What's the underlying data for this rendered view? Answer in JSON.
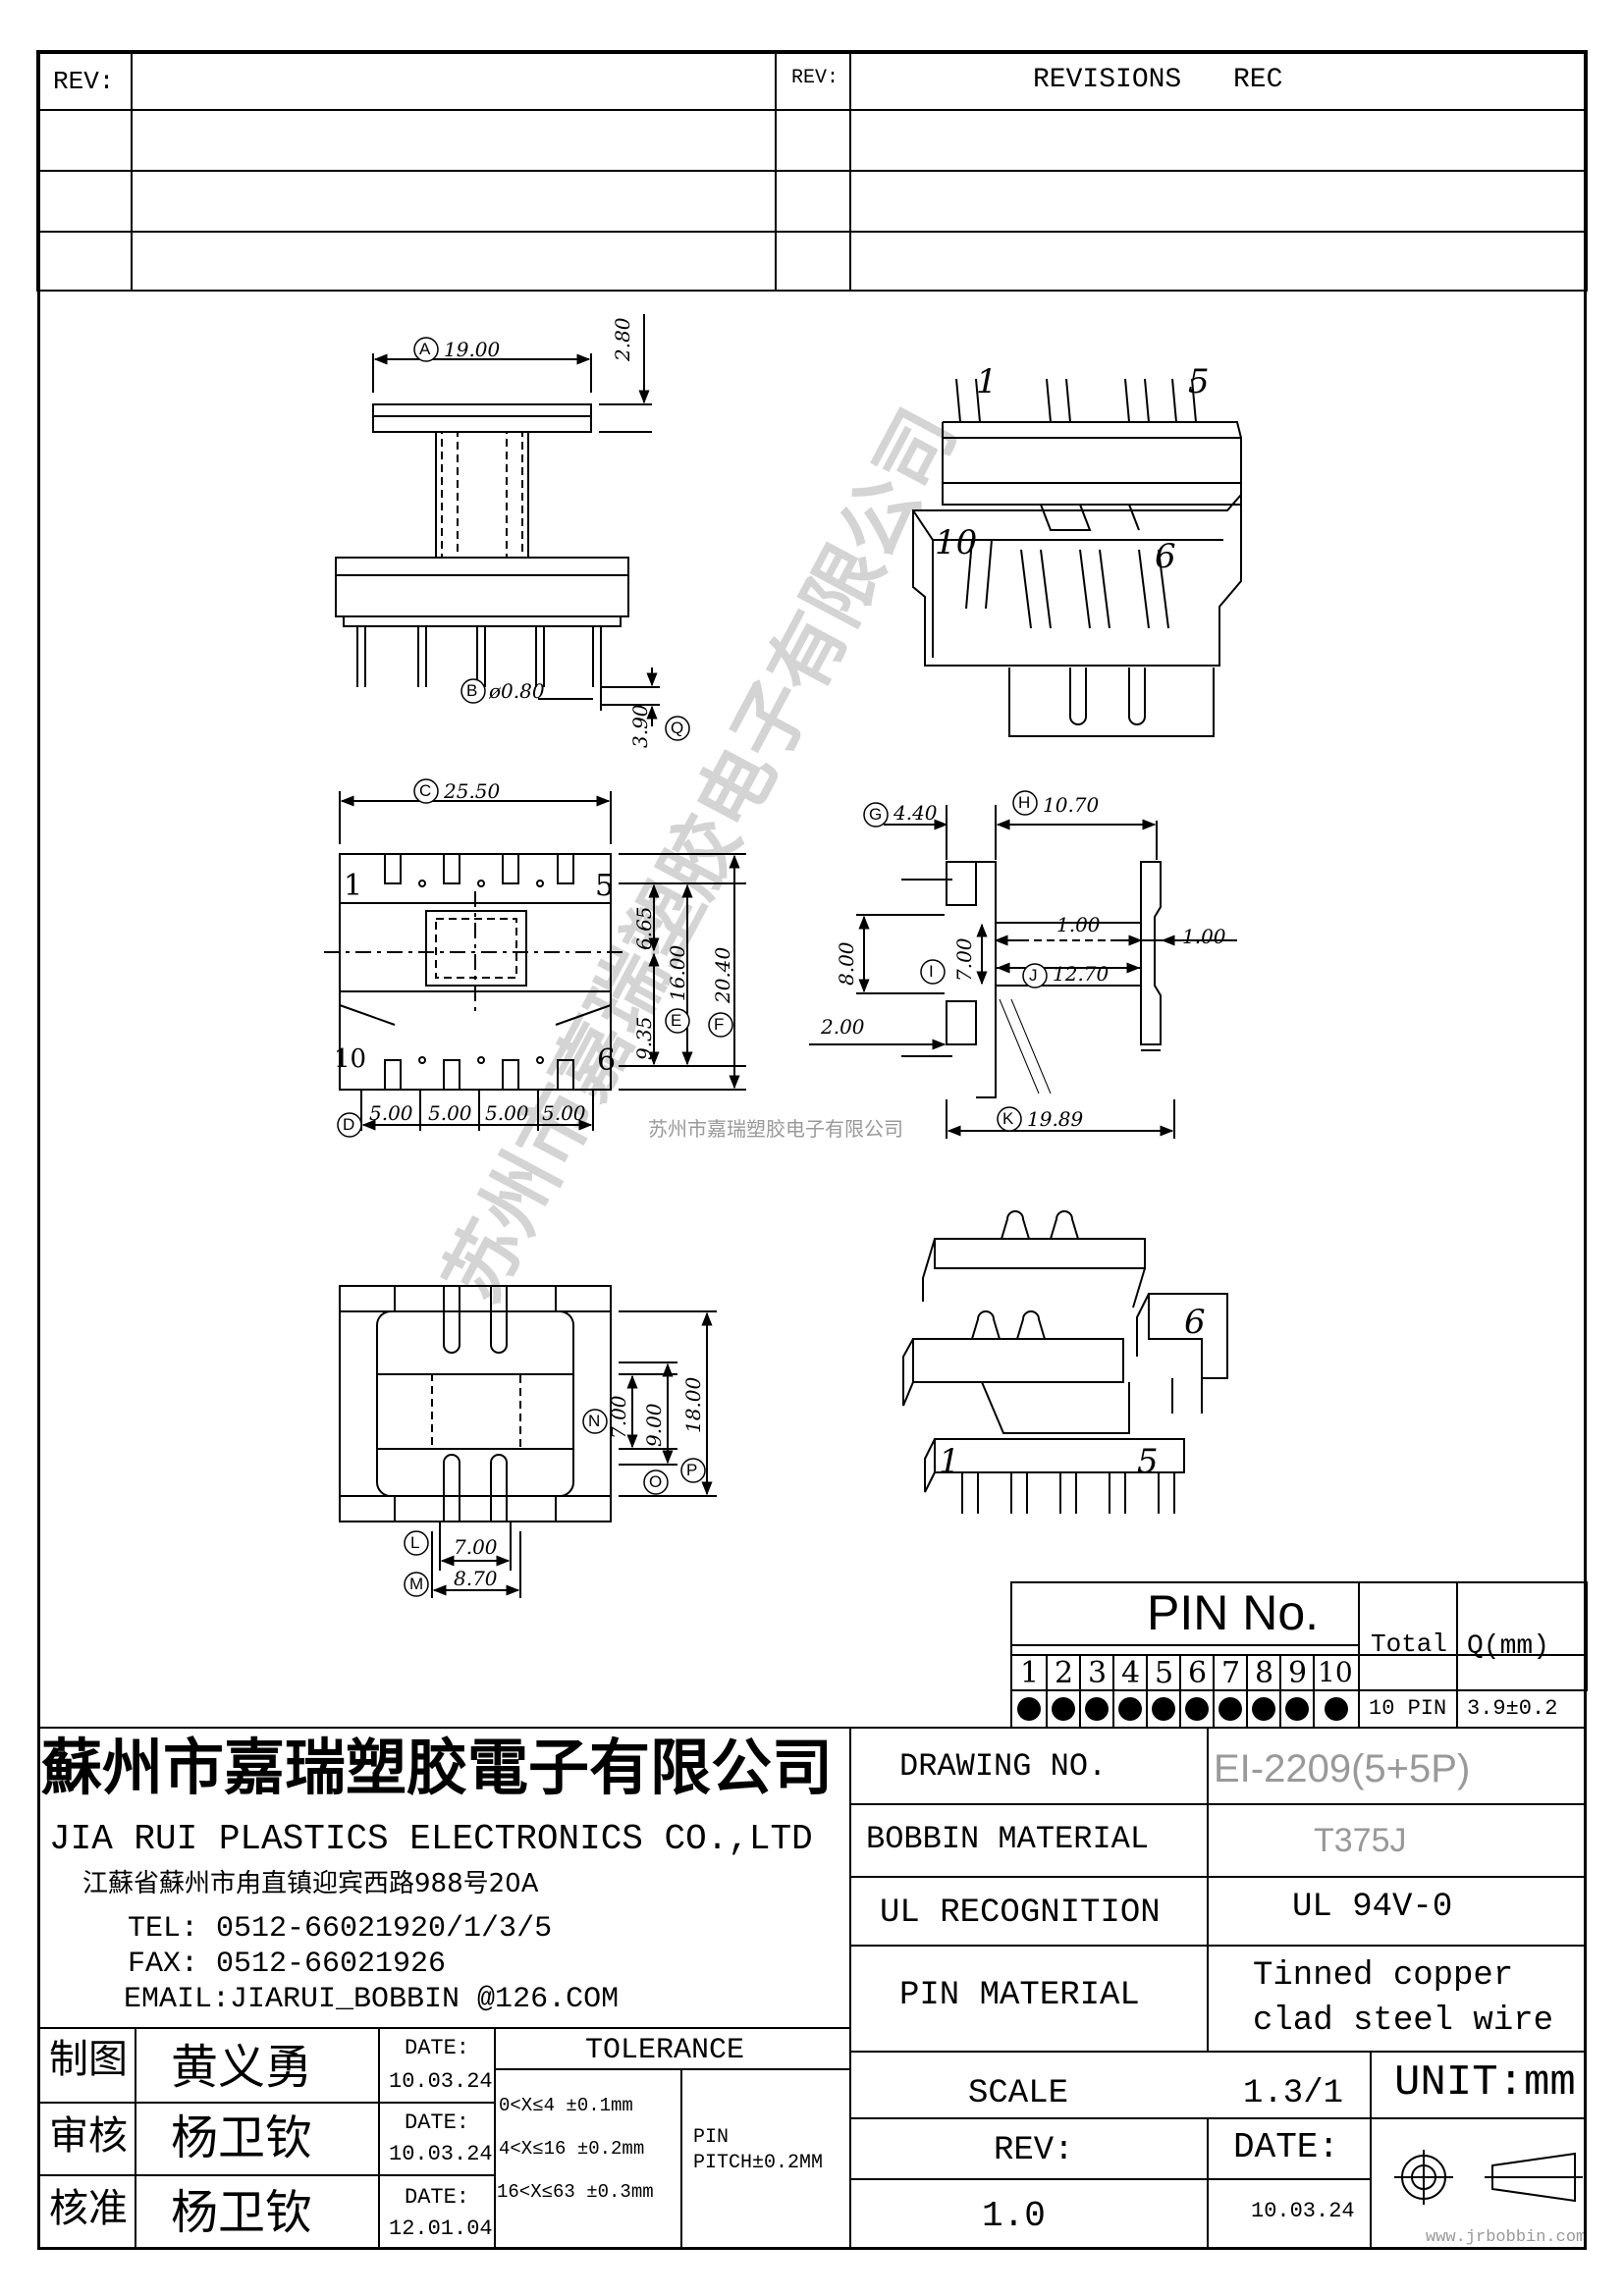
{
  "revision_table": {
    "rev_label_left": "REV:",
    "rev_label_right": "REV:",
    "revisions_heading": "REVISIONS",
    "rec_heading": "REC"
  },
  "dimensions": {
    "A": "19.00",
    "top_height": "2.80",
    "B": "ø0.80",
    "Q": "3.90",
    "C": "25.50",
    "d665": "6.65",
    "d935": "9.35",
    "E": "16.00",
    "F": "20.40",
    "D": [
      "5.00",
      "5.00",
      "5.00",
      "5.00"
    ],
    "G": "4.40",
    "H": "10.70",
    "I_outer": "8.00",
    "I": "7.00",
    "d100a": "1.00",
    "d100b": "1.00",
    "J": "12.70",
    "d200": "2.00",
    "K": "19.89",
    "N": "7.00",
    "O": "9.00",
    "P": "18.00",
    "L": "7.00",
    "M": "8.70"
  },
  "balloons": [
    "A",
    "B",
    "Q",
    "C",
    "E",
    "F",
    "D",
    "G",
    "H",
    "I",
    "J",
    "K",
    "N",
    "O",
    "P",
    "L",
    "M"
  ],
  "pin_numbers": {
    "side_1": "1",
    "side_5": "5",
    "side_10": "10",
    "side_6": "6",
    "iso_top_1": "1",
    "iso_top_5": "5",
    "iso_top_10": "10",
    "iso_top_6": "6",
    "iso_bot_6": "6",
    "iso_bot_1": "1",
    "iso_bot_5": "5"
  },
  "watermark": {
    "company_line": "苏州市嘉瑞塑胶电子有限公司",
    "big_diag": "苏州市嘉瑞塑胶电子有限公司",
    "url": "www.jrbobbin.com"
  },
  "pin_table": {
    "title": "PIN No.",
    "total_label": "Total",
    "q_label": "Q(mm)",
    "pins": [
      "1",
      "2",
      "3",
      "4",
      "5",
      "6",
      "7",
      "8",
      "9",
      "10"
    ],
    "total_value": "10 PIN",
    "q_value": "3.9±0.2"
  },
  "company": {
    "name_cn": "蘇州市嘉瑞塑胶電子有限公司",
    "name_en": "JIA RUI PLASTICS ELECTRONICS CO.,LTD",
    "address": "江蘇省蘇州市甪直镇迎宾西路988号20A",
    "tel": "TEL: 0512-66021920/1/3/5",
    "fax": "FAX: 0512-66021926",
    "email": "EMAIL:JIARUI_BOBBIN @126.COM"
  },
  "spec": {
    "drawing_no_label": "DRAWING  NO.",
    "drawing_no": "EI-2209(5+5P)",
    "bobbin_label": "BOBBIN  MATERIAL",
    "bobbin": "T375J",
    "ul_label": "UL RECOGNITION",
    "ul": "UL 94V-0",
    "pin_label": "PIN MATERIAL",
    "pin_line1": "Tinned copper",
    "pin_line2": "clad steel wire",
    "scale_label": "SCALE",
    "scale": "1.3/1",
    "unit": "UNIT:mm",
    "rev_label": "REV:",
    "rev": "1.0",
    "date_label": "DATE:",
    "date": "10.03.24"
  },
  "signoff": {
    "rows": [
      {
        "role": "制图",
        "name": "黄义勇",
        "date_label": "DATE:",
        "date": "10.03.24"
      },
      {
        "role": "审核",
        "name": "杨卫钦",
        "date_label": "DATE:",
        "date": "10.03.24"
      },
      {
        "role": "核准",
        "name": "杨卫钦",
        "date_label": "DATE:",
        "date": "12.01.04"
      }
    ],
    "tolerance_title": "TOLERANCE",
    "tol": [
      "0<X≤4  ±0.1mm",
      "4<X≤16 ±0.2mm",
      "16<X≤63 ±0.3mm"
    ],
    "pin_pitch_1": "PIN",
    "pin_pitch_2": "PITCH±0.2MM"
  }
}
